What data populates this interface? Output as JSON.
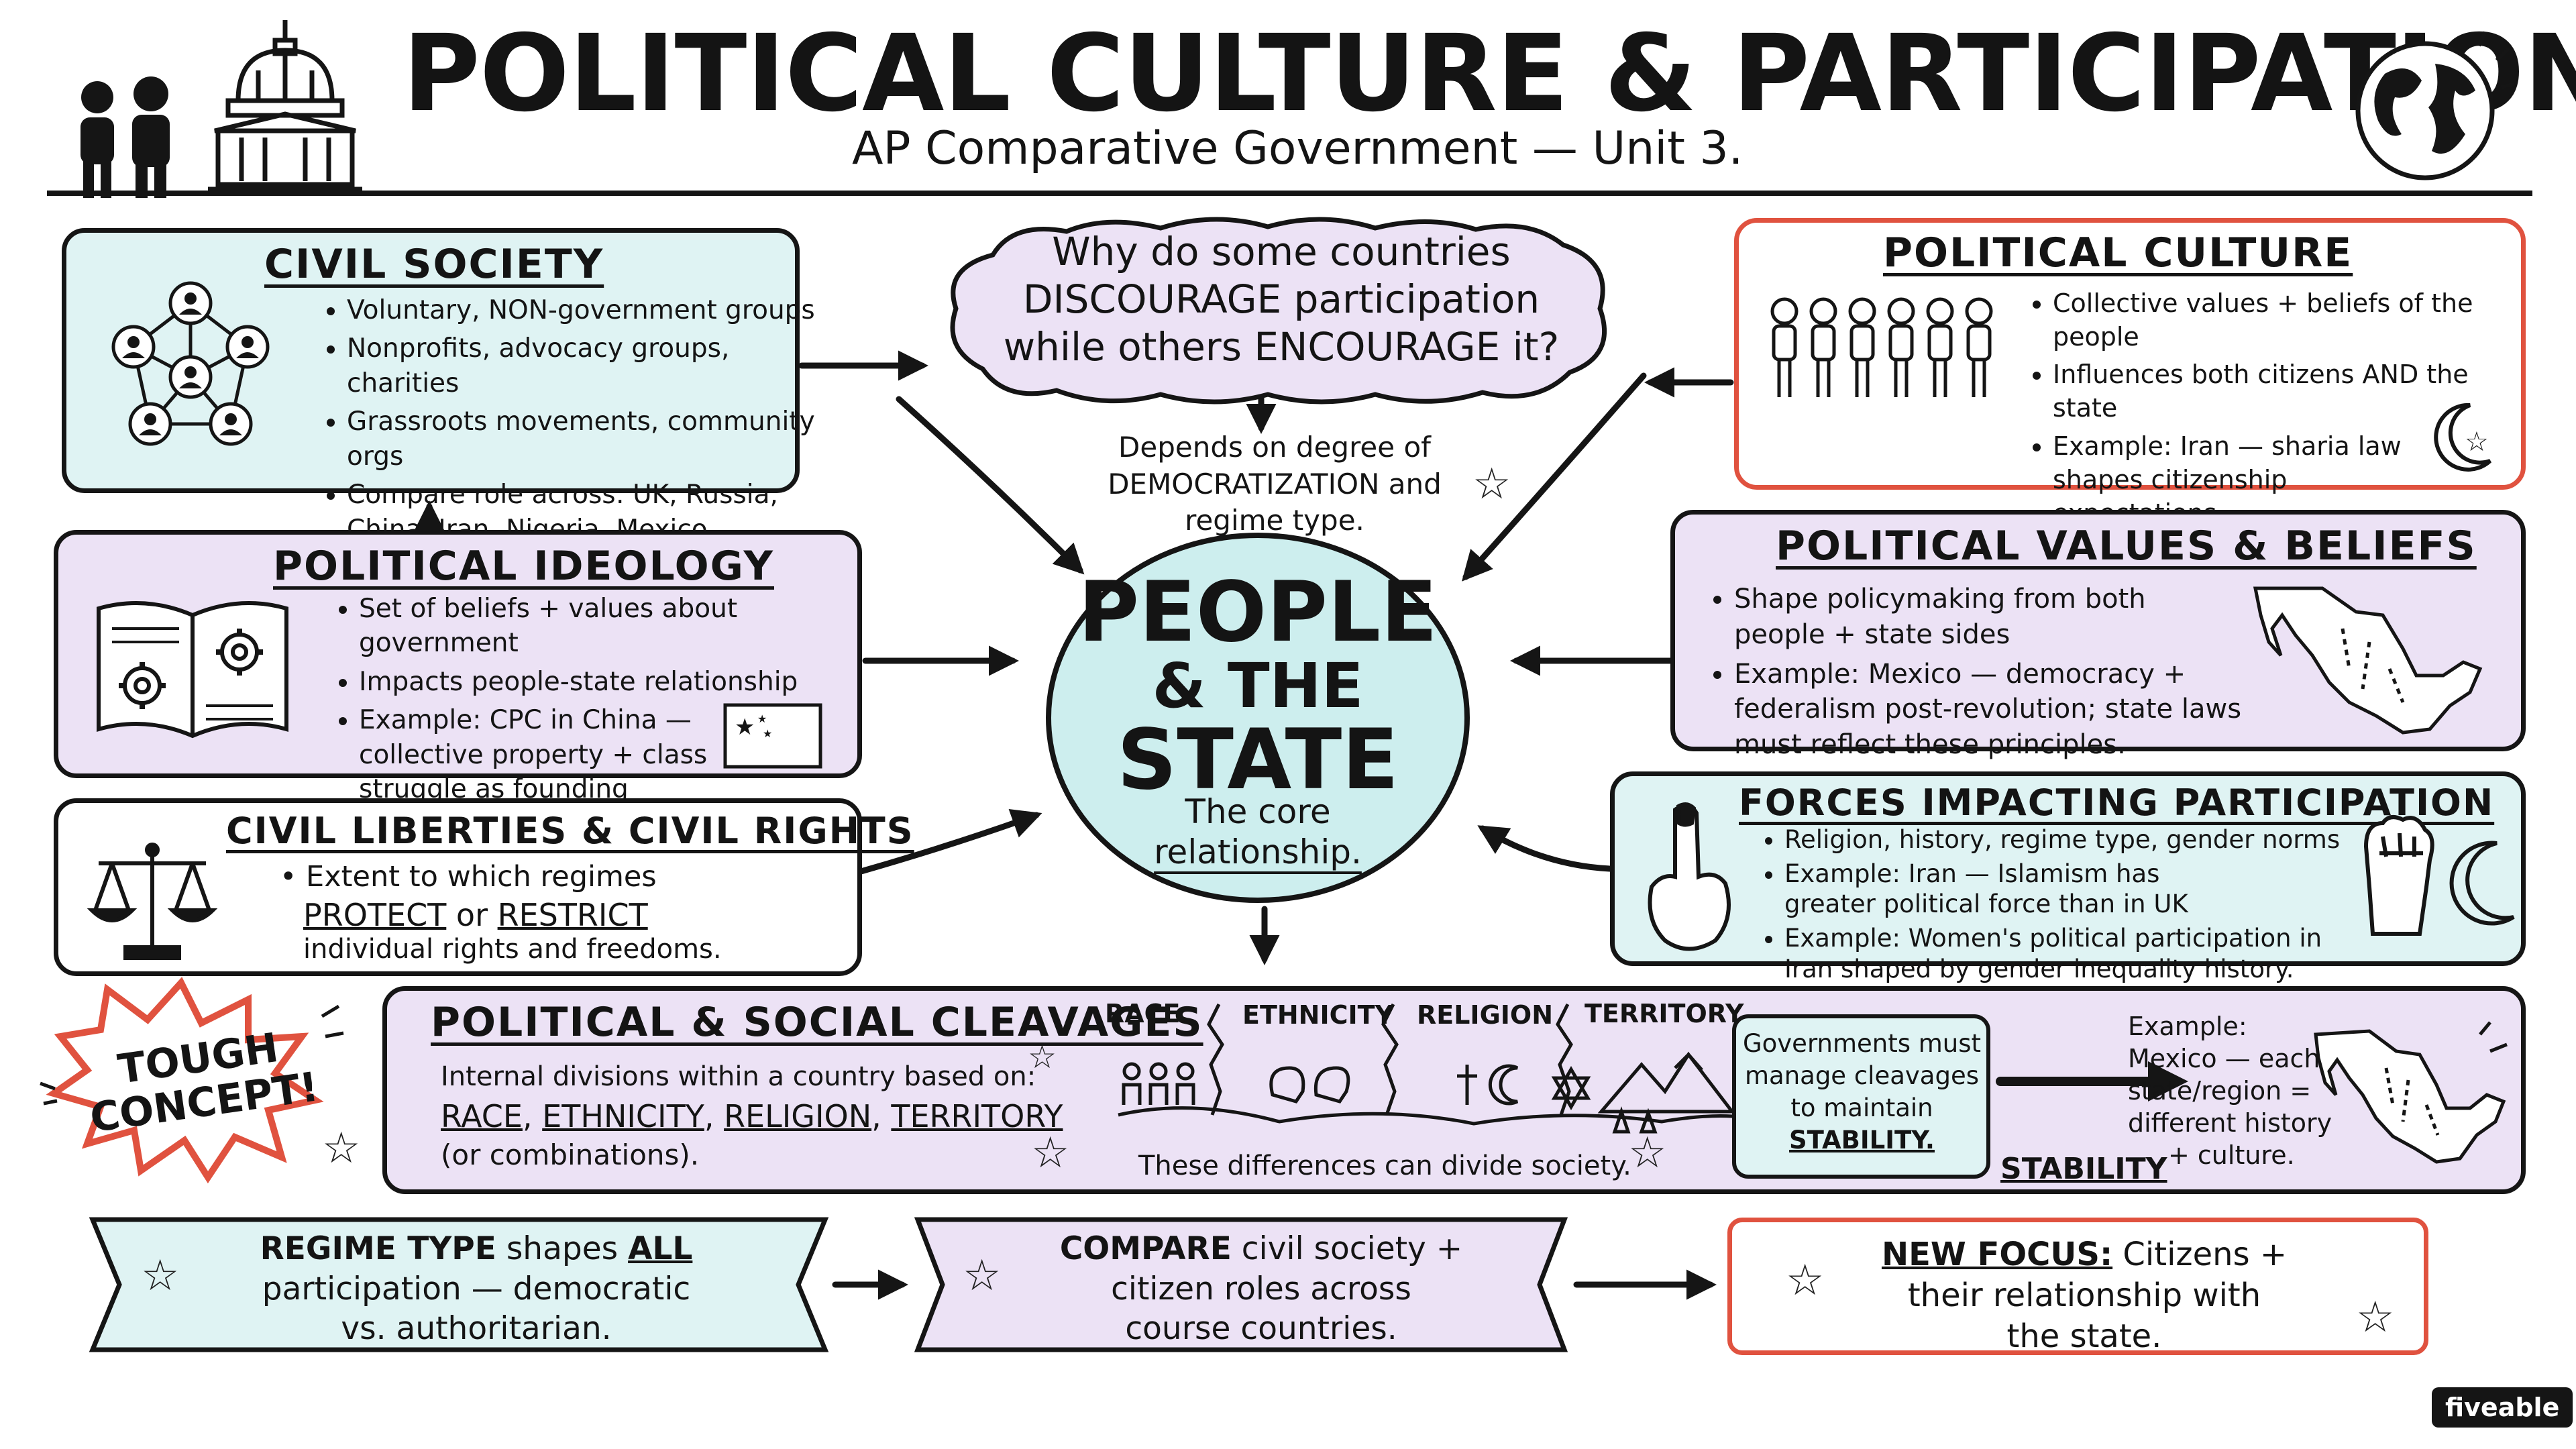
{
  "header": {
    "title": "POLITICAL CULTURE & PARTICIPATION",
    "subtitle": "AP Comparative Government — Unit 3."
  },
  "center": {
    "title_line1": "PEOPLE",
    "title_line2": "& THE",
    "title_line3": "STATE",
    "caption_line1": "The core",
    "caption_line2": "relationship."
  },
  "question": {
    "line1": "Why do some countries",
    "line2": "DISCOURAGE participation",
    "line3": "while others ENCOURAGE it?",
    "depends_line1": "Depends on degree of",
    "depends_line2": "DEMOCRATIZATION and",
    "depends_line3": "regime type."
  },
  "civil_society": {
    "title": "CIVIL SOCIETY",
    "bullets": [
      "Voluntary, NON-government groups",
      "Nonprofits, advocacy groups, charities",
      "Grassroots movements, community orgs",
      "Compare role across: UK, Russia, China, Iran, Nigeria, Mexico."
    ]
  },
  "political_ideology": {
    "title": "POLITICAL IDEOLOGY",
    "bullets": [
      "Set of beliefs + values about government",
      "Impacts people-state relationship",
      "Example: CPC in China — collective property + class struggle as founding principles."
    ]
  },
  "civil_liberties": {
    "title": "CIVIL LIBERTIES & CIVIL RIGHTS",
    "line1": "Extent to which regimes",
    "protect": "PROTECT",
    "or": "or",
    "restrict": "RESTRICT",
    "line3": "individual rights and freedoms."
  },
  "political_culture": {
    "title": "POLITICAL CULTURE",
    "bullets": [
      "Collective values + beliefs of the people",
      "Influences both citizens AND the state",
      "Example: Iran — sharia law shapes citizenship expectations."
    ]
  },
  "values_beliefs": {
    "title": "POLITICAL VALUES & BELIEFS",
    "bullets": [
      "Shape policymaking from both people + state sides",
      "Example: Mexico — democracy + federalism post-revolution; state laws must reflect these principles."
    ]
  },
  "forces": {
    "title": "FORCES IMPACTING PARTICIPATION",
    "bullets": [
      "Religion, history, regime type, gender norms",
      "Example: Iran — Islamism has greater political force than in UK",
      "Example: Women's political participation in Iran shaped by gender inequality history."
    ]
  },
  "tough": {
    "line1": "TOUGH",
    "line2": "CONCEPT!"
  },
  "cleavages": {
    "title": "POLITICAL & SOCIAL CLEAVAGES",
    "line1": "Internal divisions within a country based on:",
    "race": "RACE",
    "ethnicity": "ETHNICITY",
    "religion": "RELIGION",
    "territory": "TERRITORY",
    "line3": "(or combinations).",
    "categories": [
      "RACE",
      "ETHNICITY",
      "RELIGION",
      "TERRITORY"
    ],
    "divide_note": "These differences can divide society.",
    "gov_line1": "Governments must",
    "gov_line2": "manage cleavages",
    "gov_line3": "to maintain",
    "gov_line4": "STABILITY.",
    "stability_label": "STABILITY",
    "example_line1": "Example:",
    "example_line2": "Mexico — each",
    "example_line3": "state/region =",
    "example_line4": "different history",
    "example_line5": "+ culture."
  },
  "bottom": {
    "regime_bold": "REGIME TYPE",
    "regime_mid": "shapes",
    "regime_all": "ALL",
    "regime_line2": "participation — democratic",
    "regime_line3": "vs. authoritarian.",
    "compare_bold": "COMPARE",
    "compare_rest": "civil society +",
    "compare_line2": "citizen roles across",
    "compare_line3": "course countries.",
    "focus_bold": "NEW FOCUS:",
    "focus_rest": "Citizens +",
    "focus_line2": "their relationship with",
    "focus_line3": "the state."
  },
  "brand": "fiveable",
  "colors": {
    "teal": "#dff3f3",
    "lavender": "#ece2f5",
    "red_border": "#e0523f",
    "ink": "#151515"
  },
  "icons": [
    "people-icon",
    "capitol-icon",
    "globe-icon",
    "network-icon",
    "book-gears-icon",
    "china-flag-icon",
    "scales-icon",
    "crowd-icon",
    "crescent-star-icon",
    "mexico-map-icon",
    "raised-finger-icon",
    "fist-icon",
    "crescent-icon",
    "tough-burst-icon",
    "star-icon"
  ]
}
